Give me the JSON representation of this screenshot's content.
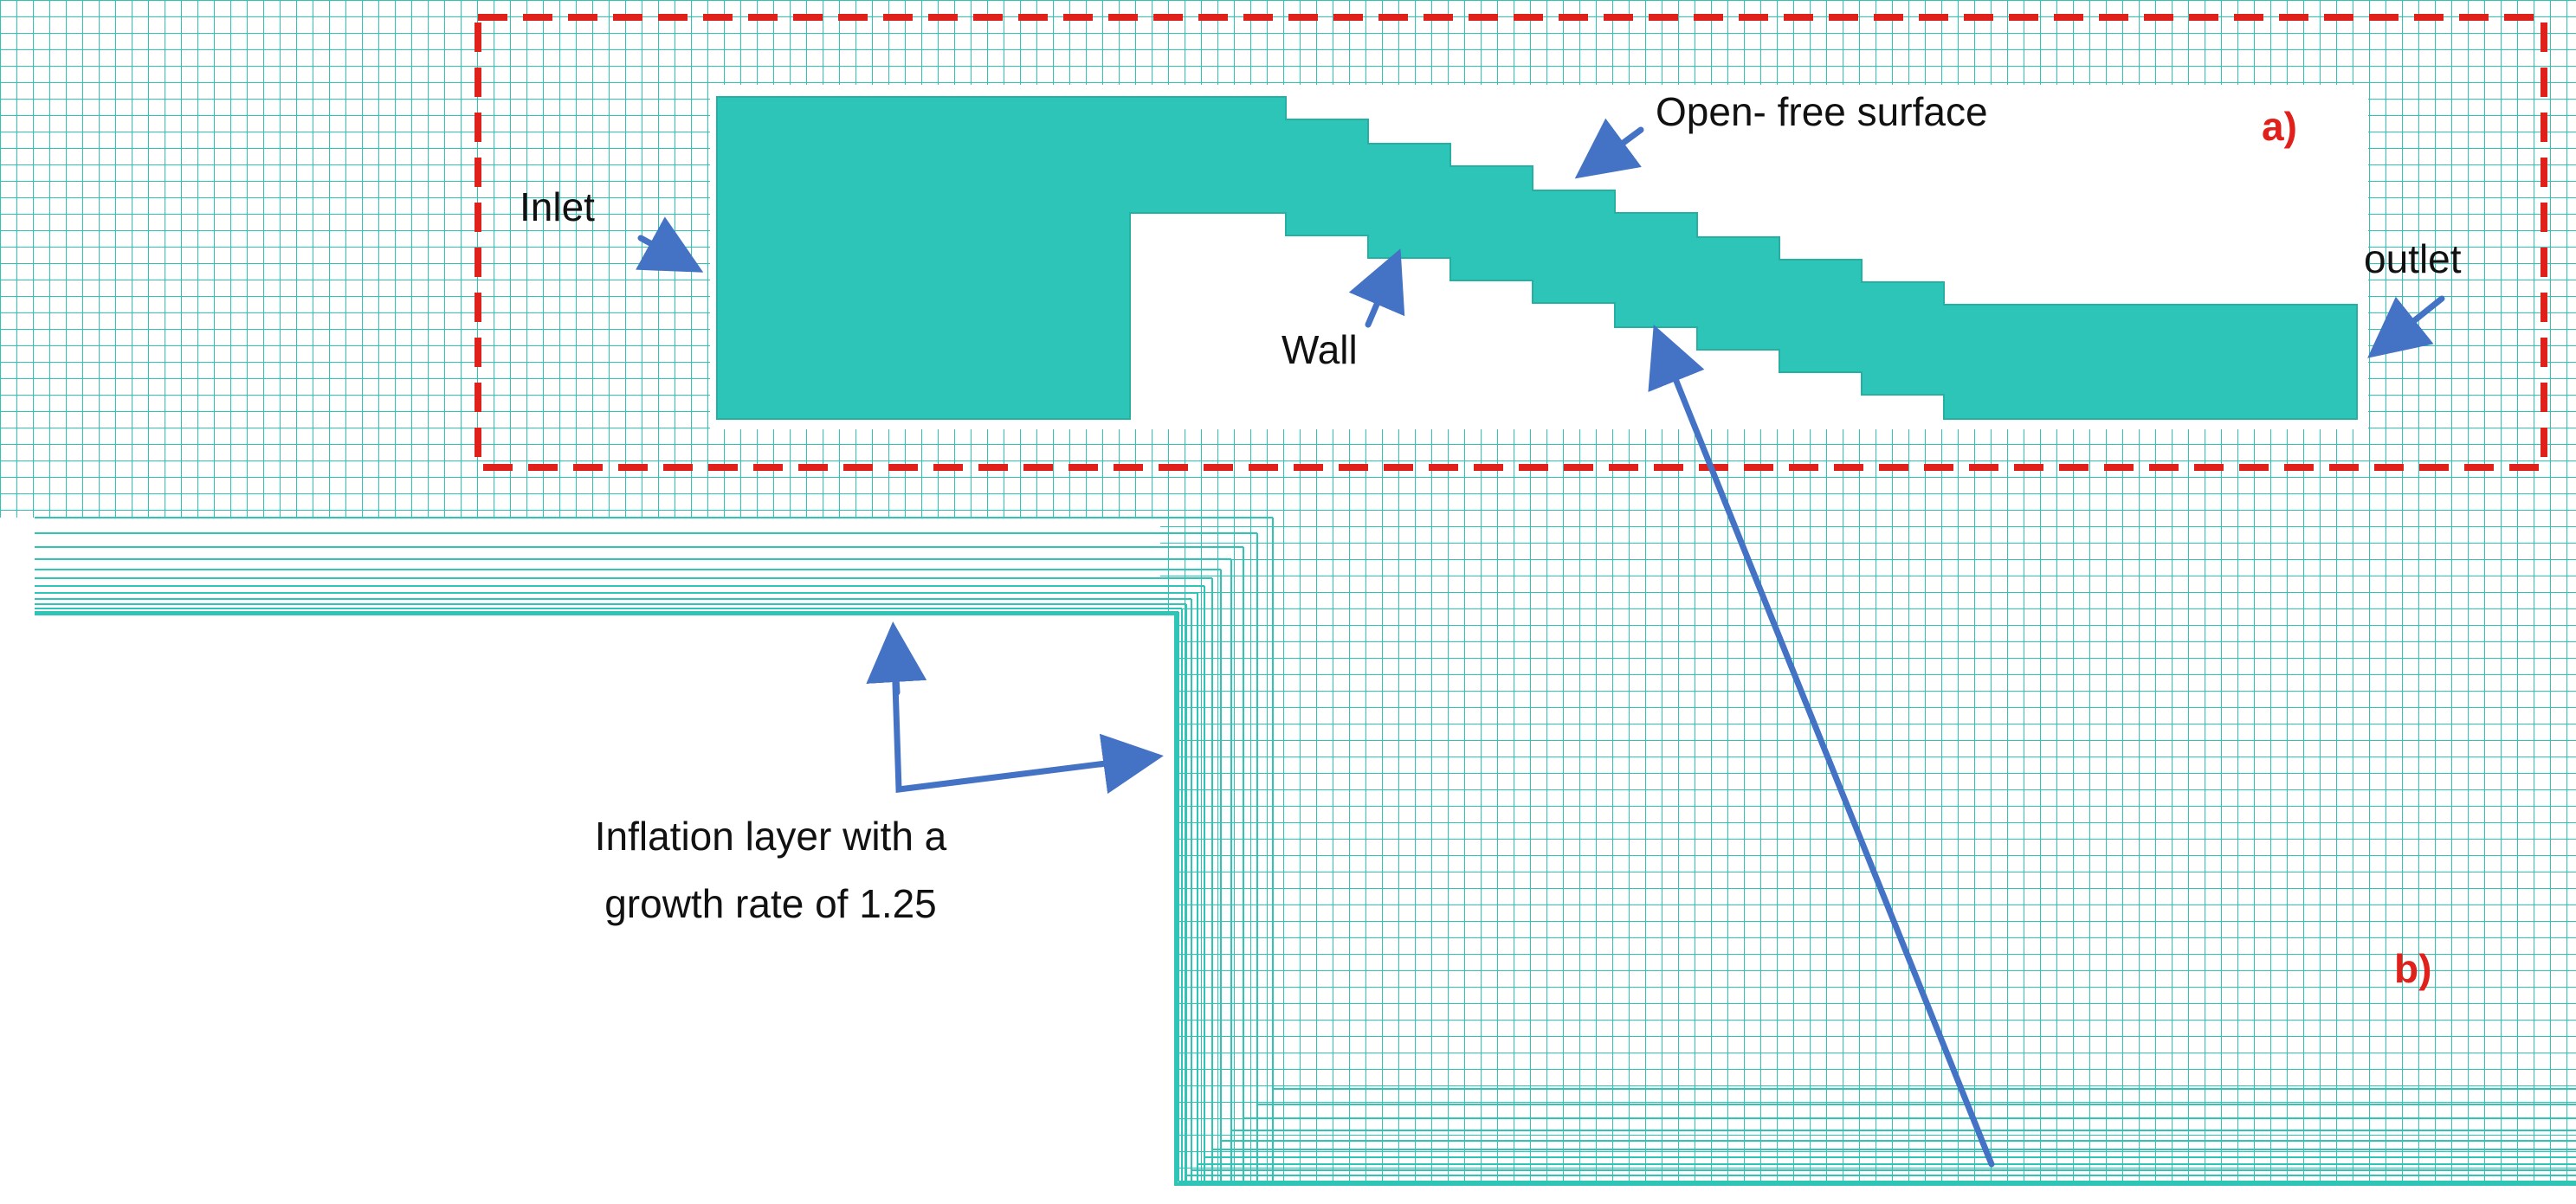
{
  "colors": {
    "mesh": "#2EC4B6",
    "mesh_fill": "#2DC5B7",
    "arrow": "#4472C4",
    "frame": "#E0201B",
    "text": "#111111",
    "background": "#FFFFFF"
  },
  "labels": {
    "inlet": "Inlet",
    "open_free_surface": "Open- free surface",
    "wall": "Wall",
    "outlet": "outlet",
    "inflation_line1": "Inflation layer with a",
    "inflation_line2": "growth rate of 1.25",
    "panel_a": "a)",
    "panel_b": "b)"
  }
}
